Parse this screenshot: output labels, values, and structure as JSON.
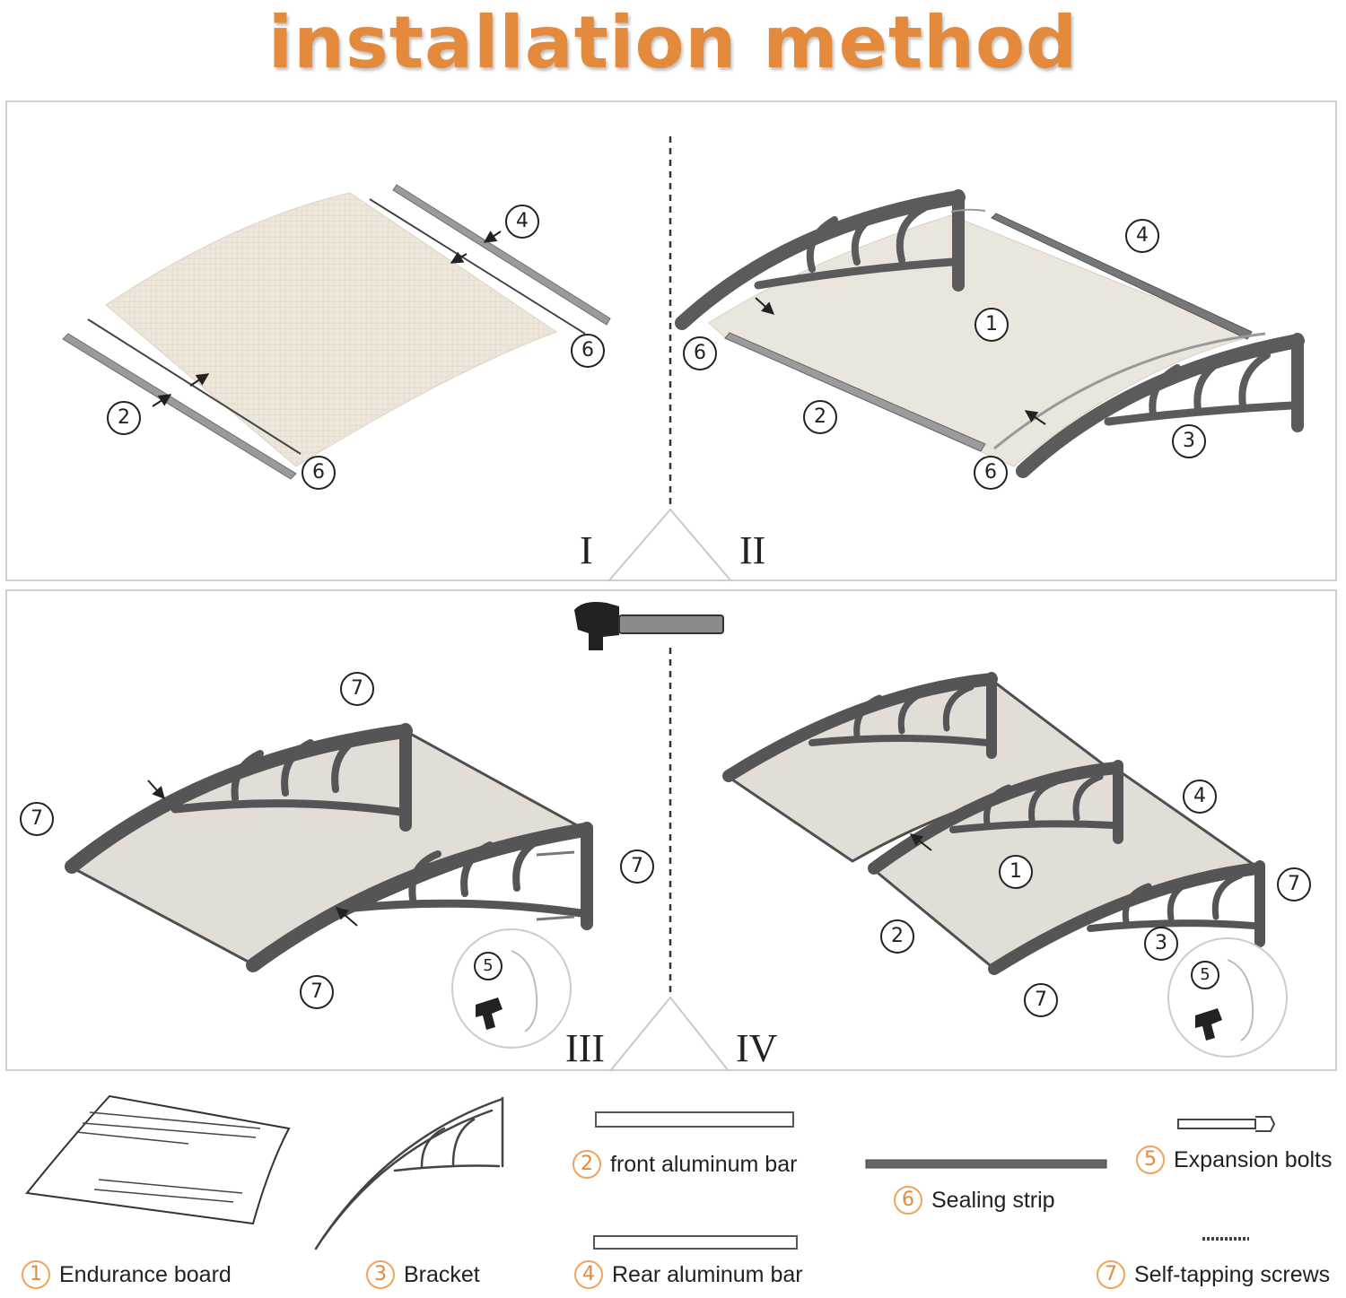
{
  "title": "installation method",
  "stages": [
    "I",
    "II",
    "III",
    "IV"
  ],
  "colors": {
    "title": "#e38a3c",
    "panel": "#ece7de",
    "frame": "#5b5b5b",
    "legend_number": "#e38a3c"
  },
  "icons": {
    "hammer": "hammer-icon"
  },
  "callouts": {
    "p1": [
      "4",
      "2",
      "6",
      "6"
    ],
    "p2": [
      "4",
      "6",
      "1",
      "2",
      "3",
      "6"
    ],
    "p3": [
      "7",
      "7",
      "7",
      "7",
      "5"
    ],
    "p4": [
      "4",
      "1",
      "7",
      "2",
      "3",
      "7",
      "5"
    ]
  },
  "legend": [
    {
      "num": "1",
      "label": "Endurance board"
    },
    {
      "num": "3",
      "label": "Bracket"
    },
    {
      "num": "2",
      "label": "front aluminum bar"
    },
    {
      "num": "4",
      "label": "Rear aluminum bar"
    },
    {
      "num": "6",
      "label": "Sealing strip"
    },
    {
      "num": "5",
      "label": "Expansion bolts"
    },
    {
      "num": "7",
      "label": "Self-tapping screws"
    }
  ]
}
